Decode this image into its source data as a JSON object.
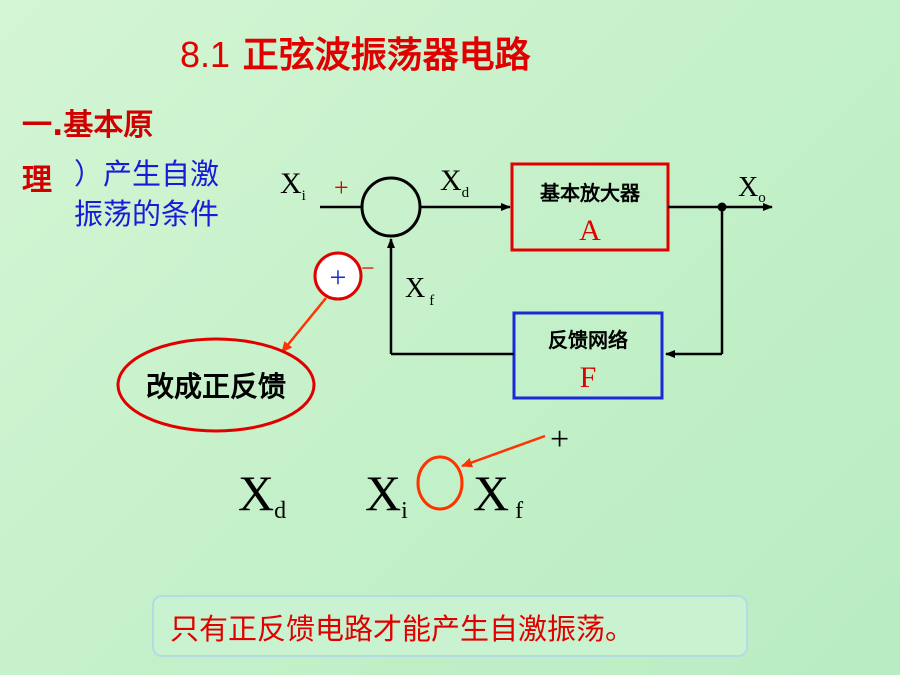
{
  "slide": {
    "title_num": "8.1",
    "title_text": "正弦波振荡器电路",
    "heading": "一.基本原",
    "subheading_tail": "理",
    "subheading_line1": "）产生自激",
    "subheading_line2": "振荡的条件",
    "note": "只有正反馈电路才能产生自激振荡。"
  },
  "diagram": {
    "input_x": "X",
    "input_sub": "i",
    "plus_sign": "+",
    "minus_sign": "−",
    "diff_x": "X",
    "diff_sub": "d",
    "output_x": "X",
    "output_sub": "o",
    "feedback_x": "X",
    "feedback_sub": "f",
    "amp_label": "基本放大器",
    "amp_symbol": "A",
    "fb_label": "反馈网络",
    "fb_symbol": "F",
    "callout_plus": "+",
    "callout_text": "改成正反馈",
    "accent_red": "#e00000",
    "accent_blue": "#1a2ad8",
    "arrow_orange": "#ff3300"
  },
  "equation": {
    "lhs_x": "X",
    "lhs_sub": "d",
    "term1_x": "X",
    "term1_sub": "i",
    "term2_x": "X",
    "term2_sub": "f",
    "operator": "+"
  }
}
